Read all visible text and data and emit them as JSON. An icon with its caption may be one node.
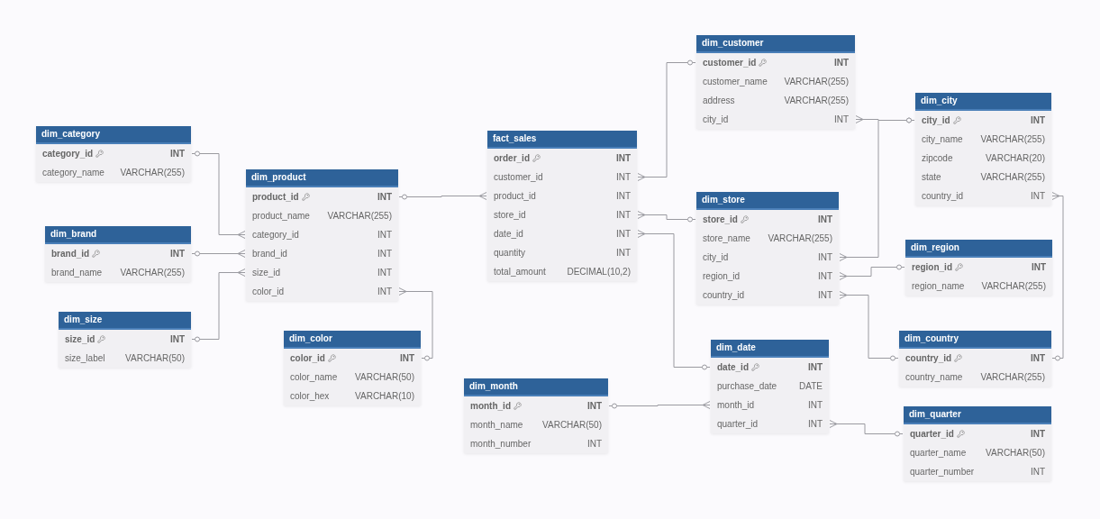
{
  "diagram": {
    "nodes": [
      {
        "text": [
          "dim_category"
        ]
      },
      {
        "text": [
          "category_id",
          "INT"
        ],
        "in": 0
      },
      {
        "text": [
          "category_name",
          "VARCHAR(255)"
        ],
        "in": 0
      },
      {
        "text": [
          "dim_product"
        ]
      },
      {
        "text": [
          "product_id",
          "INT"
        ],
        "in": 3
      },
      {
        "text": [
          "product_name",
          "VARCHAR(255)"
        ],
        "in": 3
      },
      {
        "text": [
          "category_id",
          "INT"
        ],
        "in": 3
      },
      {
        "text": [
          "brand_id",
          "INT"
        ],
        "in": 3
      },
      {
        "text": [
          "size_id",
          "INT"
        ],
        "in": 3
      },
      {
        "text": [
          "color_id",
          "INT"
        ],
        "in": 3
      },
      {
        "text": [
          "dim_brand"
        ]
      },
      {
        "text": [
          "brand_id",
          "INT"
        ],
        "in": 10
      },
      {
        "text": [
          "brand_name",
          "VARCHAR(255)"
        ],
        "in": 10
      },
      {
        "text": [
          "dim_size"
        ]
      },
      {
        "text": [
          "size_id",
          "INT"
        ],
        "in": 13
      },
      {
        "text": [
          "size_label",
          "VARCHAR(50)"
        ],
        "in": 13
      },
      {
        "text": [
          "dim_color"
        ]
      },
      {
        "text": [
          "color_id",
          "INT"
        ],
        "in": 16
      },
      {
        "text": [
          "color_name",
          "VARCHAR(50)"
        ],
        "in": 16
      },
      {
        "text": [
          "color_hex",
          "VARCHAR(10)"
        ],
        "in": 16
      },
      {
        "text": [
          "fact_sales"
        ]
      },
      {
        "text": [
          "order_id",
          "INT"
        ],
        "in": 20
      },
      {
        "text": [
          "customer_id",
          "INT"
        ],
        "in": 20
      },
      {
        "text": [
          "product_id",
          "INT"
        ],
        "in": 20
      },
      {
        "text": [
          "store_id",
          "INT"
        ],
        "in": 20
      },
      {
        "text": [
          "date_id",
          "INT"
        ],
        "in": 20
      },
      {
        "text": [
          "quantity",
          "INT"
        ],
        "in": 20
      },
      {
        "text": [
          "total_amount",
          "DECIMAL(10,2)"
        ],
        "in": 20
      },
      {
        "text": [
          "dim_customer"
        ]
      },
      {
        "text": [
          "customer_id",
          "INT"
        ],
        "in": 28
      },
      {
        "text": [
          "customer_name",
          "VARCHAR(255)"
        ],
        "in": 28
      },
      {
        "text": [
          "address",
          "VARCHAR(255)"
        ],
        "in": 28
      },
      {
        "text": [
          "city_id",
          "INT"
        ],
        "in": 28
      },
      {
        "text": [
          "dim_city"
        ]
      },
      {
        "text": [
          "city_id",
          "INT"
        ],
        "in": 33
      },
      {
        "text": [
          "city_name",
          "VARCHAR(255)"
        ],
        "in": 33
      },
      {
        "text": [
          "zipcode",
          "VARCHAR(20)"
        ],
        "in": 33
      },
      {
        "text": [
          "state",
          "VARCHAR(255)"
        ],
        "in": 33
      },
      {
        "text": [
          "country_id",
          "INT"
        ],
        "in": 33
      },
      {
        "text": [
          "dim_store"
        ]
      },
      {
        "text": [
          "store_id",
          "INT"
        ],
        "in": 39
      },
      {
        "text": [
          "store_name",
          "VARCHAR(255)"
        ],
        "in": 39
      },
      {
        "text": [
          "city_id",
          "INT"
        ],
        "in": 39
      },
      {
        "text": [
          "region_id",
          "INT"
        ],
        "in": 39
      },
      {
        "text": [
          "country_id",
          "INT"
        ],
        "in": 39
      },
      {
        "text": [
          "dim_region"
        ]
      },
      {
        "text": [
          "region_id",
          "INT"
        ],
        "in": 45
      },
      {
        "text": [
          "region_name",
          "VARCHAR(255)"
        ],
        "in": 45
      },
      {
        "text": [
          "dim_country"
        ]
      },
      {
        "text": [
          "country_id",
          "INT"
        ],
        "in": 48
      },
      {
        "text": [
          "country_name",
          "VARCHAR(255)"
        ],
        "in": 48
      },
      {
        "text": [
          "dim_date"
        ]
      },
      {
        "text": [
          "date_id",
          "INT"
        ],
        "in": 51
      },
      {
        "text": [
          "purchase_date",
          "DATE"
        ],
        "in": 51
      },
      {
        "text": [
          "month_id",
          "INT"
        ],
        "in": 51
      },
      {
        "text": [
          "quarter_id",
          "INT"
        ],
        "in": 51
      },
      {
        "text": [
          "dim_month"
        ]
      },
      {
        "text": [
          "month_id",
          "INT"
        ],
        "in": 56
      },
      {
        "text": [
          "month_name",
          "VARCHAR(50)"
        ],
        "in": 56
      },
      {
        "text": [
          "month_number",
          "INT"
        ],
        "in": 56
      },
      {
        "text": [
          "dim_quarter"
        ]
      },
      {
        "text": [
          "quarter_id",
          "INT"
        ],
        "in": 60
      },
      {
        "text": [
          "quarter_name",
          "VARCHAR(50)"
        ],
        "in": 60
      },
      {
        "text": [
          "quarter_number",
          "INT"
        ],
        "in": 60
      }
    ],
    "edges": [
      {
        "from": 6,
        "to": 1,
        "arrow": "other"
      },
      {
        "from": 7,
        "to": 11,
        "arrow": "other"
      },
      {
        "from": 8,
        "to": 14,
        "arrow": "other"
      },
      {
        "from": 9,
        "to": 17,
        "arrow": "other"
      },
      {
        "from": 23,
        "to": 4,
        "arrow": "other"
      },
      {
        "from": 22,
        "to": 29,
        "arrow": "other"
      },
      {
        "from": 24,
        "to": 40,
        "arrow": "other"
      },
      {
        "from": 25,
        "to": 52,
        "arrow": "other"
      },
      {
        "from": 32,
        "to": 34,
        "arrow": "other"
      },
      {
        "from": 42,
        "to": 34,
        "arrow": "other"
      },
      {
        "from": 43,
        "to": 46,
        "arrow": "other"
      },
      {
        "from": 44,
        "to": 49,
        "arrow": "other"
      },
      {
        "from": 38,
        "to": 49,
        "arrow": "other"
      },
      {
        "from": 54,
        "to": 57,
        "arrow": "other"
      },
      {
        "from": 55,
        "to": 61,
        "arrow": "other"
      }
    ]
  }
}
